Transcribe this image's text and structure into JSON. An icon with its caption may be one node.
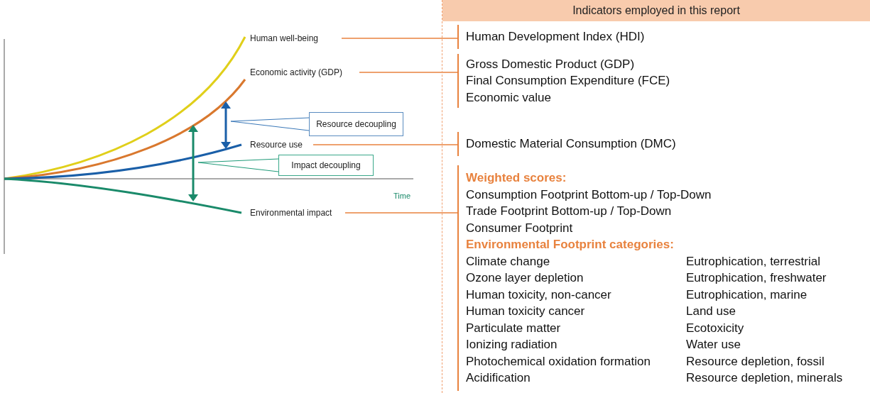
{
  "diagram": {
    "nodes": [
      {
        "text": [
          "Indicators employed in this report"
        ]
      },
      {
        "text": [
          "Human well-being"
        ]
      },
      {
        "text": [
          "Economic activity (GDP)"
        ]
      },
      {
        "text": [
          "Resource use"
        ]
      },
      {
        "text": [
          "Environmental impact"
        ]
      },
      {
        "text": [
          "Resource decoupling"
        ]
      },
      {
        "text": [
          "Impact decoupling"
        ]
      },
      {
        "text": [
          "Human Development Index (HDI)"
        ],
        "in": 0
      },
      {
        "text": [
          "Gross Domestic Product (GDP)",
          "Final Consumption Expenditure (FCE)",
          "Economic value"
        ],
        "in": 0
      },
      {
        "text": [
          "Domestic Material Consumption (DMC)"
        ],
        "in": 0
      },
      {
        "text": [
          "Weighted scores:",
          "Consumption Footprint Bottom-up / Top-Down",
          "Trade Footprint Bottom-up / Top-Down",
          "Consumer Footprint",
          "Environmental Footprint categories:",
          "Climate change",
          "Eutrophication, terrestrial",
          "Ozone layer depletion",
          "Eutrophication, freshwater",
          "Human toxicity, non-cancer",
          "Eutrophication, marine",
          "Human toxicity cancer",
          "Land use",
          "Particulate matter",
          "Ecotoxicity",
          "Ionizing radiation",
          "Water use",
          "Photochemical oxidation formation",
          "Resource depletion, fossil",
          "Acidification",
          "Resource depletion, minerals"
        ],
        "in": 0
      },
      {
        "text": [],
        "shape": "arrow"
      },
      {
        "text": [],
        "shape": "arrow"
      }
    ],
    "edges": [
      {
        "from": 1,
        "to": 7,
        "arrow": "none"
      },
      {
        "from": 2,
        "to": 8,
        "arrow": "none"
      },
      {
        "from": 3,
        "to": 9,
        "arrow": "none"
      },
      {
        "from": 4,
        "to": 10,
        "arrow": "none"
      },
      {
        "from": 5,
        "to": 12,
        "arrow": "none",
        "color": "#3a78b8"
      },
      {
        "from": 6,
        "to": 11,
        "arrow": "none",
        "color": "#1e9a78"
      }
    ],
    "labels": [
      "Time"
    ]
  }
}
